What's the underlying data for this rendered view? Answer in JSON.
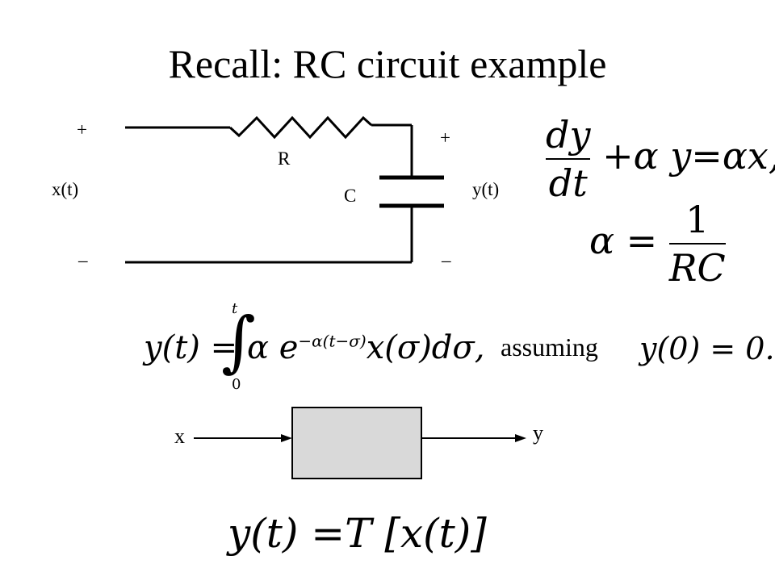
{
  "title": "Recall: RC circuit example",
  "circuit": {
    "input_plus": "+",
    "input_label": "x(t)",
    "input_minus": "–",
    "resistor_label": "R",
    "capacitor_label": "C",
    "output_plus": "+",
    "output_label": "y(t)",
    "output_minus": "–"
  },
  "equations": {
    "ode_numerator": "dy",
    "ode_denominator": "dt",
    "ode_rhs": "+α y=αx,",
    "alpha_lhs": "α =",
    "alpha_numerator": "1",
    "alpha_denominator": "RC",
    "solution_lhs": "y(t) =",
    "integral_symbol": "∫",
    "integral_upper": "t",
    "integral_lower": "0",
    "solution_integrand": "α e",
    "solution_exponent": "−α(t−σ)",
    "solution_rest": "x(σ)dσ,",
    "assuming": "assuming",
    "initial_condition": "y(0) = 0.",
    "operator": "y(t) =T [x(t)]"
  },
  "block": {
    "input_label": "x",
    "output_label": "y",
    "fill_color": "#d9d9d9"
  }
}
